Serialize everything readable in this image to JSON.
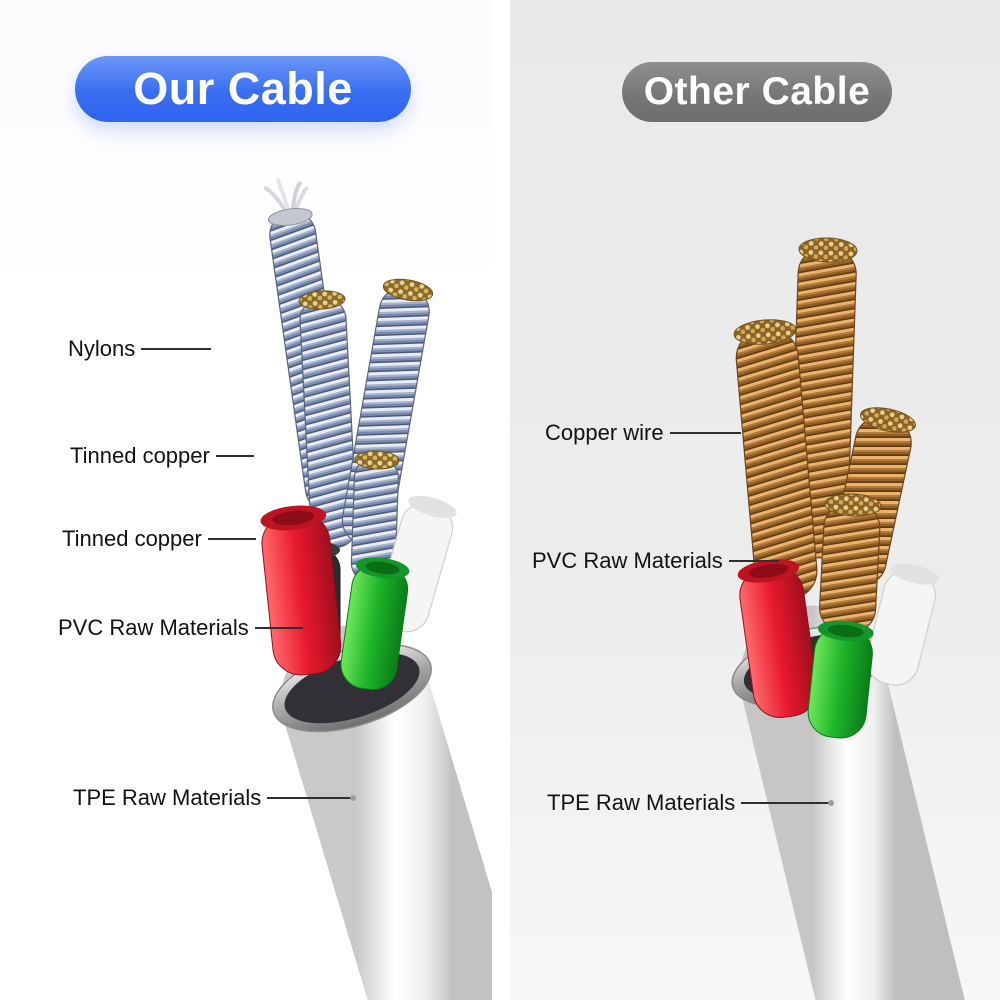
{
  "panels": {
    "left": {
      "title": "Our Cable",
      "labels": [
        {
          "text": "Nylons"
        },
        {
          "text": "Tinned copper"
        },
        {
          "text": "Tinned copper"
        },
        {
          "text": "PVC Raw Materials"
        },
        {
          "text": "TPE Raw Materials"
        }
      ]
    },
    "right": {
      "title": "Other Cable",
      "labels": [
        {
          "text": "Copper wire"
        },
        {
          "text": "PVC Raw Materials"
        },
        {
          "text": "TPE Raw Materials"
        }
      ]
    }
  },
  "colors": {
    "our_title_bg": "#2E63EF",
    "other_title_bg": "#6E6E6E",
    "title_text": "#FFFFFF",
    "label_text": "#121212",
    "right_panel_bg": "#ECECEC",
    "pvc_red": "#E8192C",
    "pvc_green": "#1DB32A",
    "tpe_white": "#FFFFFF",
    "tinned_copper_braid": "#A8B2C8",
    "copper_wire": "#B57A38",
    "wire_tip_gold": "#ECD38E"
  }
}
